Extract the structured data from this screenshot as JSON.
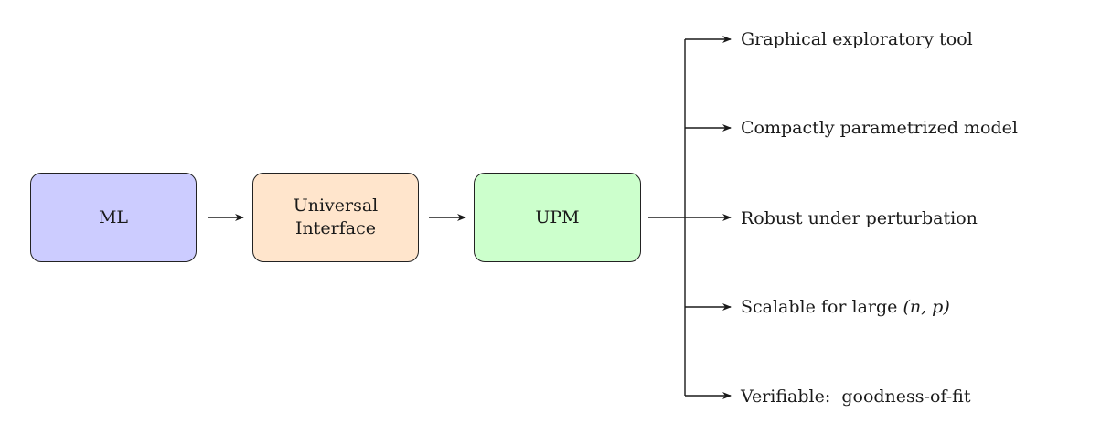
{
  "diagram": {
    "nodes": [
      {
        "id": "ml",
        "lines": [
          "ML"
        ],
        "fill": "#ccccff"
      },
      {
        "id": "universal-interface",
        "lines": [
          "Universal",
          "Interface"
        ],
        "fill": "#ffe5cc"
      },
      {
        "id": "upm",
        "lines": [
          "UPM"
        ],
        "fill": "#ccffcc"
      }
    ],
    "edges": [
      {
        "from": "ml",
        "to": "universal-interface"
      },
      {
        "from": "universal-interface",
        "to": "upm"
      },
      {
        "from": "upm",
        "to": "outputs"
      }
    ],
    "outputs": [
      {
        "text": "Graphical exploratory tool"
      },
      {
        "text": "Compactly parametrized model"
      },
      {
        "text": "Robust under perturbation"
      },
      {
        "text_before": "Scalable for large ",
        "math": "(n, p)"
      },
      {
        "text": "Verifiable:  goodness-of-fit"
      }
    ],
    "colors": {
      "stroke": "#1a1a1a",
      "text": "#1a1a1a"
    }
  }
}
